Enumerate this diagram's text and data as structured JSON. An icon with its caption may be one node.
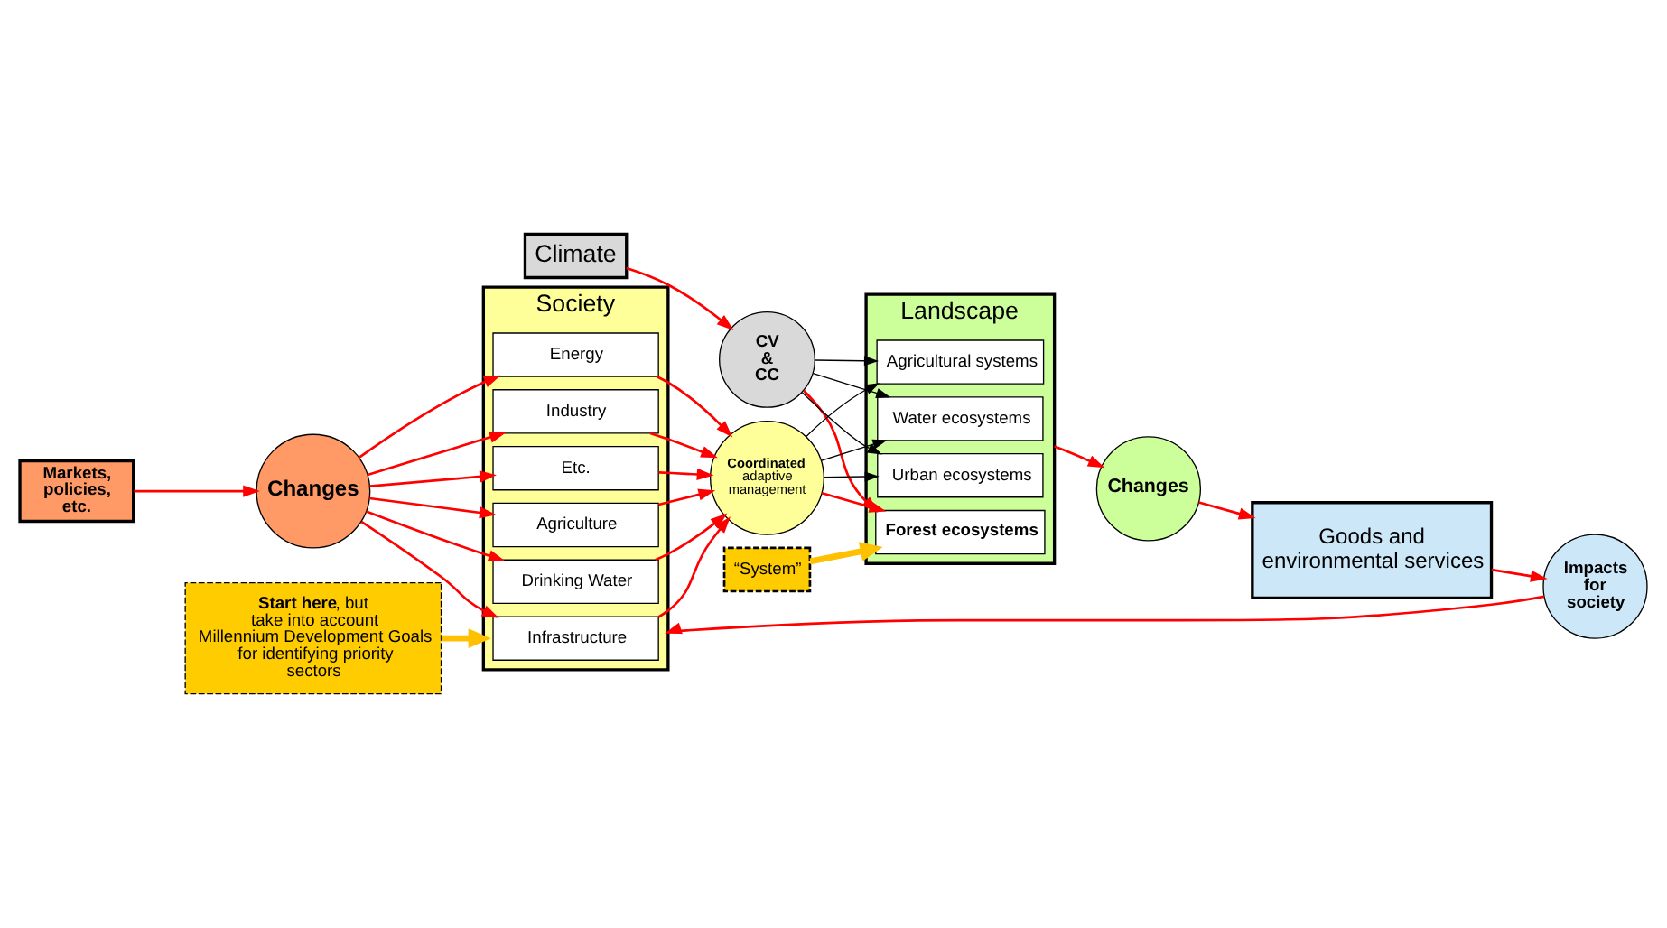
{
  "diagram": {
    "nodes": [
      {
        "text": [
          "Climate"
        ]
      },
      {
        "text": [
          "CV & CC"
        ]
      },
      {
        "text": [
          "Landscape"
        ]
      },
      {
        "text": [
          "Forest ecosystems"
        ],
        "in": 2
      },
      {
        "text": [
          "Agricultural systems"
        ],
        "in": 2
      },
      {
        "text": [
          "Water ecosystems"
        ],
        "in": 2
      },
      {
        "text": [
          "Urban ecosystems"
        ],
        "in": 2
      },
      {
        "text": [
          "“System”"
        ]
      },
      {
        "text": [
          "**Coordinated** adaptive management"
        ]
      },
      {
        "text": [
          "Society"
        ]
      },
      {
        "text": [
          "Agriculture"
        ],
        "in": 9
      },
      {
        "text": [
          "Drinking Water"
        ],
        "in": 9
      },
      {
        "text": [
          "Energy"
        ],
        "in": 9
      },
      {
        "text": [
          "Infrastructure"
        ],
        "in": 9
      },
      {
        "text": [
          "Industry"
        ],
        "in": 9
      },
      {
        "text": [
          "Etc."
        ],
        "in": 9
      },
      {
        "text": [
          "Markets, policies, etc."
        ]
      },
      {
        "text": [
          "Changes"
        ]
      },
      {
        "text": [
          "Changes"
        ]
      },
      {
        "text": [
          "Goods and environmental services"
        ]
      },
      {
        "text": [
          "Impacts for society"
        ]
      },
      {
        "text": [
          "**Start here**, but take into account Millennium Development Goals for identifying priority sectors"
        ]
      }
    ],
    "edges": [
      {
        "from": 0,
        "to": 1,
        "arrow": "to"
      },
      {
        "from": 1,
        "to": 3,
        "arrow": "to"
      },
      {
        "from": 1,
        "to": 4,
        "arrow": "to",
        "color": "#000000"
      },
      {
        "from": 1,
        "to": 5,
        "arrow": "to",
        "color": "#000000"
      },
      {
        "from": 1,
        "to": 6,
        "arrow": "to",
        "color": "#000000"
      },
      {
        "from": 8,
        "to": 3,
        "arrow": "to"
      },
      {
        "from": 8,
        "to": 4,
        "arrow": "to",
        "color": "#000000"
      },
      {
        "from": 8,
        "to": 5,
        "arrow": "to",
        "color": "#000000"
      },
      {
        "from": 8,
        "to": 6,
        "arrow": "to",
        "color": "#000000"
      },
      {
        "from": 7,
        "to": 3,
        "arrow": "to",
        "style": "thick",
        "color": "#ffc000"
      },
      {
        "from": 10,
        "to": 8,
        "arrow": "to"
      },
      {
        "from": 11,
        "to": 8,
        "arrow": "to"
      },
      {
        "from": 12,
        "to": 8,
        "arrow": "to"
      },
      {
        "from": 13,
        "to": 8,
        "arrow": "to"
      },
      {
        "from": 14,
        "to": 8,
        "arrow": "to"
      },
      {
        "from": 15,
        "to": 8,
        "arrow": "to"
      },
      {
        "from": 16,
        "to": 17,
        "arrow": "to"
      },
      {
        "from": 17,
        "to": 10,
        "arrow": "to"
      },
      {
        "from": 17,
        "to": 11,
        "arrow": "to"
      },
      {
        "from": 17,
        "to": 12,
        "arrow": "to"
      },
      {
        "from": 17,
        "to": 13,
        "arrow": "to"
      },
      {
        "from": 17,
        "to": 14,
        "arrow": "to"
      },
      {
        "from": 17,
        "to": 15,
        "arrow": "to"
      },
      {
        "from": 2,
        "to": 18,
        "arrow": "to"
      },
      {
        "from": 18,
        "to": 19,
        "arrow": "to"
      },
      {
        "from": 19,
        "to": 20,
        "arrow": "to"
      },
      {
        "from": 20,
        "to": 9,
        "arrow": "to"
      },
      {
        "from": 21,
        "to": 9,
        "arrow": "to",
        "style": "thick",
        "color": "#ffc000"
      }
    ]
  }
}
